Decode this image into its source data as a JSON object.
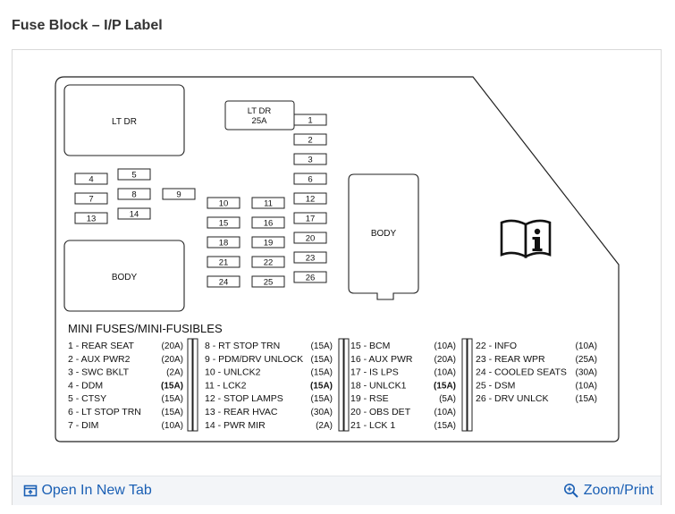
{
  "page": {
    "title": "Fuse Block – I/P Label"
  },
  "diagram": {
    "lt_dr_label": "LT DR",
    "lt_dr_fuse": {
      "line1": "LT DR",
      "line2": "25A"
    },
    "body_left_label": "BODY",
    "body_right_label": "BODY",
    "fuse_numbers": [
      "1",
      "2",
      "3",
      "4",
      "5",
      "6",
      "7",
      "8",
      "9",
      "10",
      "11",
      "12",
      "13",
      "14",
      "15",
      "16",
      "17",
      "18",
      "19",
      "20",
      "21",
      "22",
      "23",
      "24",
      "25",
      "26"
    ],
    "legend_title": "MINI FUSES/MINI-FUSIBLES",
    "legend_columns": [
      [
        {
          "label": "1 - REAR SEAT",
          "rating": "(20A)",
          "bold": false
        },
        {
          "label": "2 - AUX PWR2",
          "rating": "(20A)",
          "bold": false
        },
        {
          "label": "3 - SWC BKLT",
          "rating": "(2A)",
          "bold": false
        },
        {
          "label": "4 - DDM",
          "rating": "(15A)",
          "bold": true
        },
        {
          "label": "5 - CTSY",
          "rating": "(15A)",
          "bold": false
        },
        {
          "label": "6 - LT STOP TRN",
          "rating": "(15A)",
          "bold": false
        },
        {
          "label": "7 - DIM",
          "rating": "(10A)",
          "bold": false
        }
      ],
      [
        {
          "label": "8 - RT STOP TRN",
          "rating": "(15A)",
          "bold": false
        },
        {
          "label": "9 - PDM/DRV UNLOCK",
          "rating": "(15A)",
          "bold": false
        },
        {
          "label": "10 - UNLCK2",
          "rating": "(15A)",
          "bold": false
        },
        {
          "label": "11 - LCK2",
          "rating": "(15A)",
          "bold": true
        },
        {
          "label": "12 - STOP LAMPS",
          "rating": "(15A)",
          "bold": false
        },
        {
          "label": "13 - REAR HVAC",
          "rating": "(30A)",
          "bold": false
        },
        {
          "label": "14 - PWR MIR",
          "rating": "(2A)",
          "bold": false
        }
      ],
      [
        {
          "label": "15 - BCM",
          "rating": "(10A)",
          "bold": false
        },
        {
          "label": "16 - AUX PWR",
          "rating": "(20A)",
          "bold": false
        },
        {
          "label": "17 - IS LPS",
          "rating": "(10A)",
          "bold": false
        },
        {
          "label": "18 - UNLCK1",
          "rating": "(15A)",
          "bold": true
        },
        {
          "label": "19 - RSE",
          "rating": "(5A)",
          "bold": false
        },
        {
          "label": "20 - OBS DET",
          "rating": "(10A)",
          "bold": false
        },
        {
          "label": "21 - LCK 1",
          "rating": "(15A)",
          "bold": false
        }
      ],
      [
        {
          "label": "22 - INFO",
          "rating": "(10A)",
          "bold": false
        },
        {
          "label": "23 - REAR WPR",
          "rating": "(25A)",
          "bold": false
        },
        {
          "label": "24 - COOLED SEATS",
          "rating": "(30A)",
          "bold": false
        },
        {
          "label": "25 - DSM",
          "rating": "(10A)",
          "bold": false
        },
        {
          "label": "26 - DRV UNLCK",
          "rating": "(15A)",
          "bold": false
        }
      ]
    ],
    "info_icon": "owner-manual-info-icon"
  },
  "footer": {
    "open_label": "Open In New Tab",
    "zoom_label": "Zoom/Print",
    "open_icon": "open-new-tab-icon",
    "zoom_icon": "zoom-in-icon",
    "link_color": "#1a5fb4"
  }
}
